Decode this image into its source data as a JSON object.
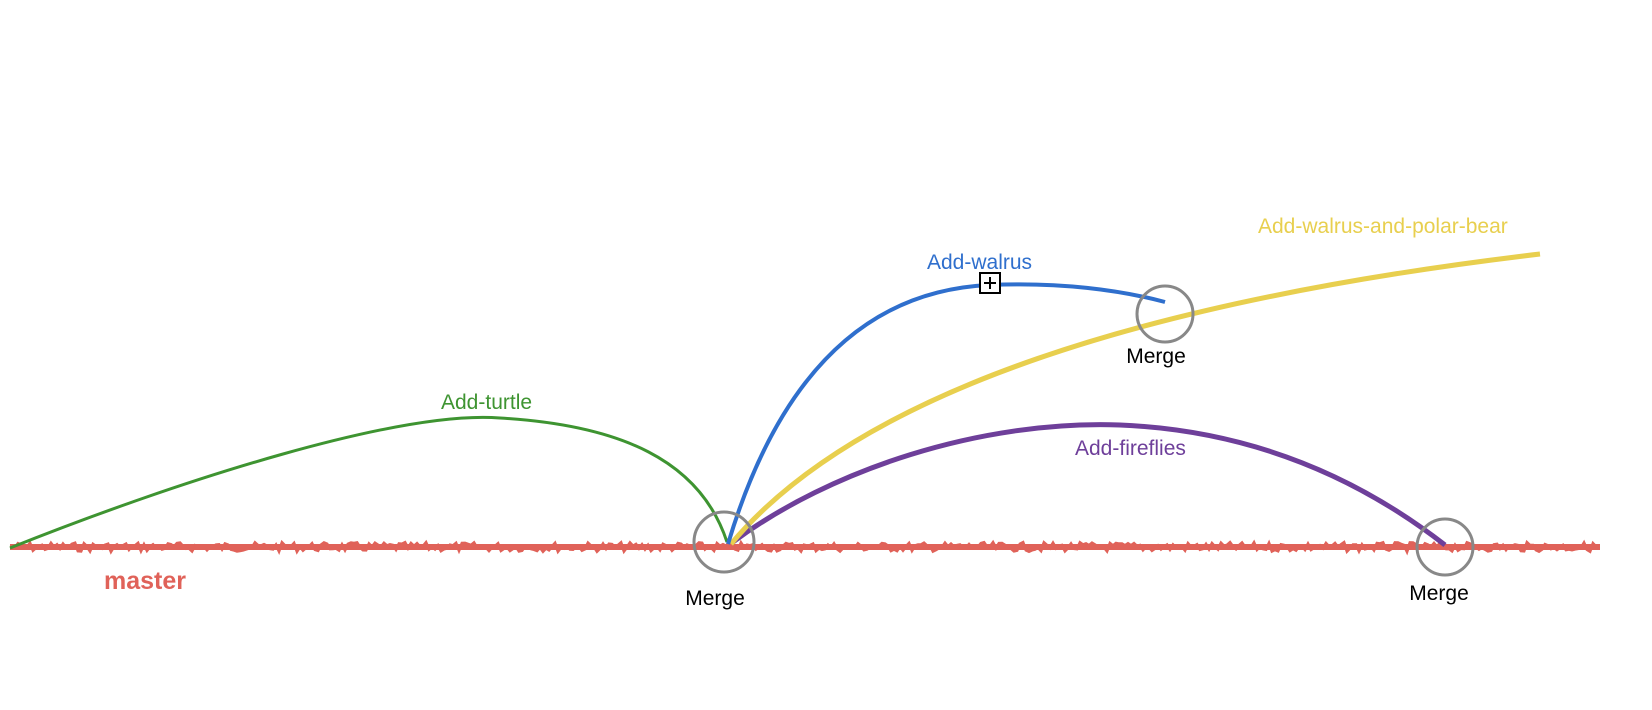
{
  "branches": {
    "master": {
      "label": "master",
      "color": "#e06259"
    },
    "turtle": {
      "label": "Add-turtle",
      "color": "#3e9431"
    },
    "walrus": {
      "label": "Add-walrus",
      "color": "#2f6fcd"
    },
    "polar": {
      "label": "Add-walrus-and-polar-bear",
      "color": "#e8cf4e"
    },
    "fireflies": {
      "label": "Add-fireflies",
      "color": "#6e3f9a"
    }
  },
  "merges": [
    {
      "label": "Merge"
    },
    {
      "label": "Merge"
    },
    {
      "label": "Merge"
    }
  ],
  "merge_marker_color": "#888888",
  "expand_control": {
    "icon": "plus-box-icon",
    "symbol": "+"
  }
}
